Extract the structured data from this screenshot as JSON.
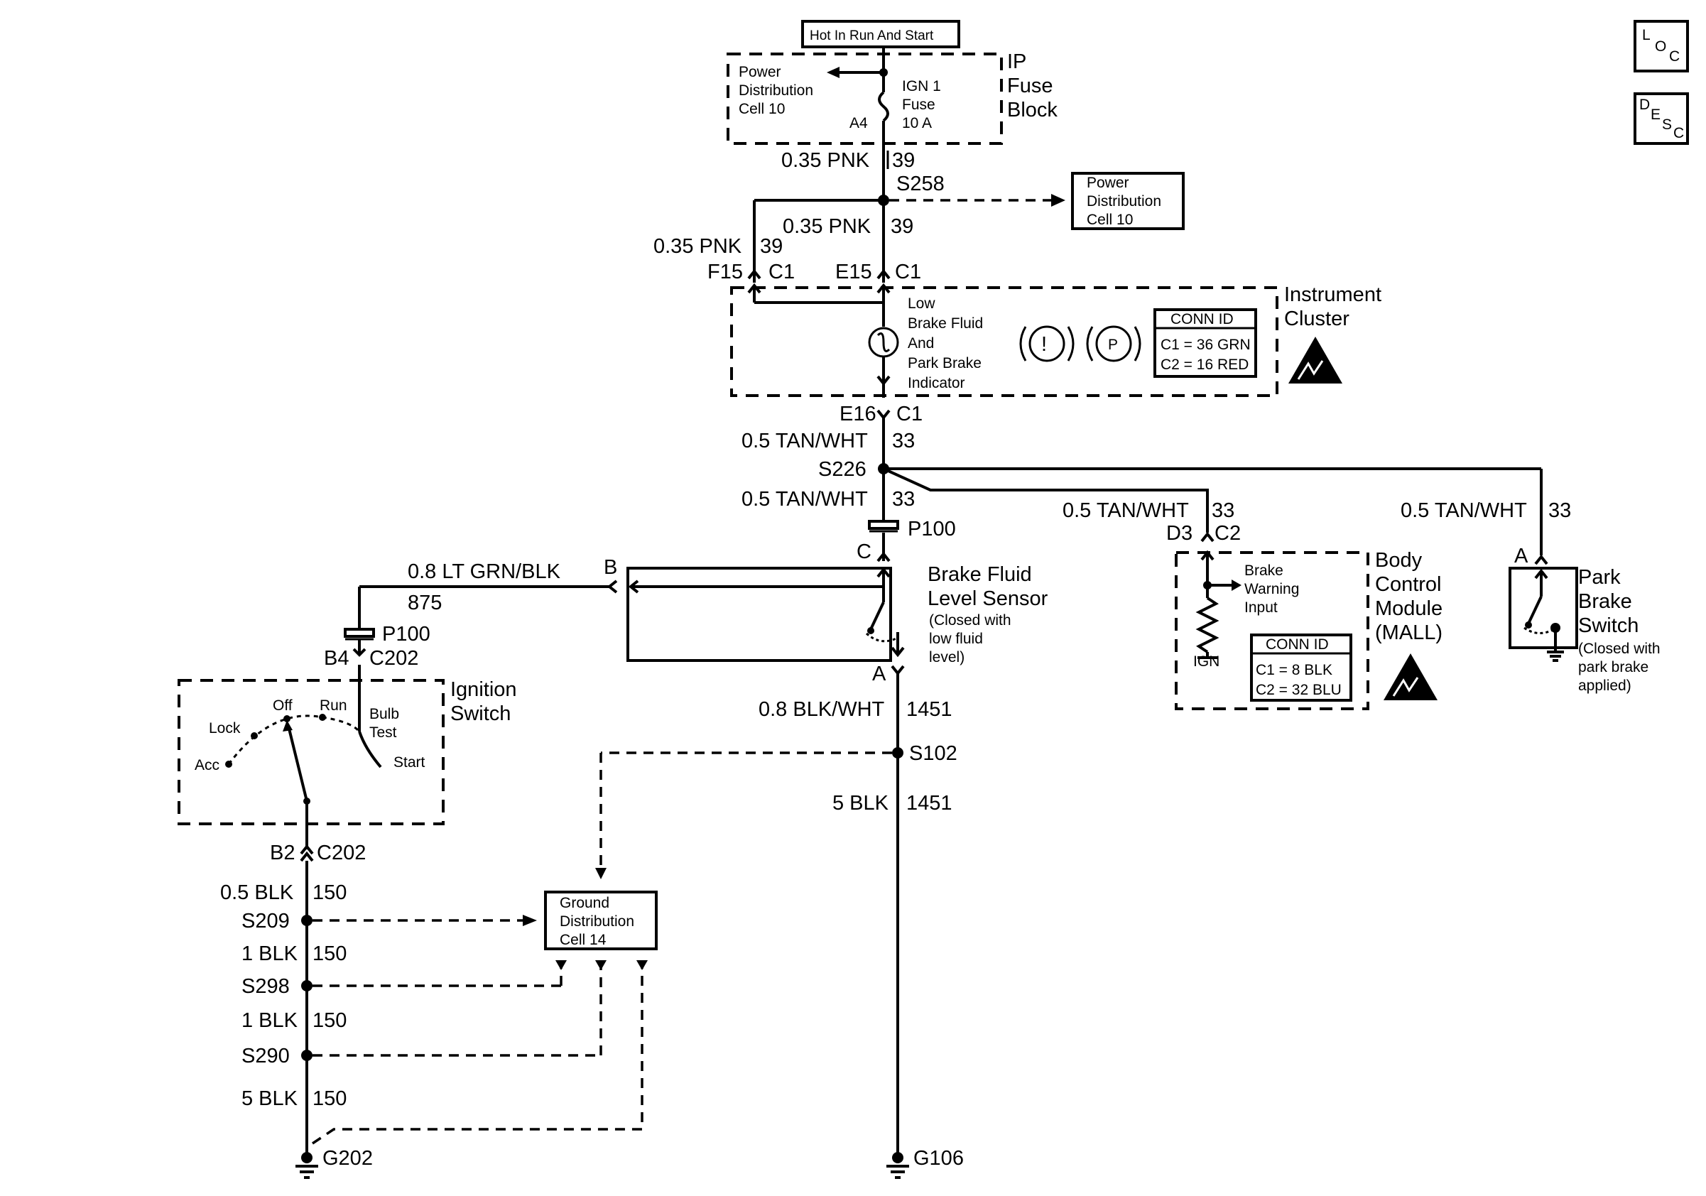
{
  "top": {
    "hot_label": "Hot In Run And Start"
  },
  "side_buttons": {
    "loc": {
      "l1": "L",
      "l2": "O",
      "l3": "C"
    },
    "desc": {
      "l1": "D",
      "l2": "E",
      "l3": "S",
      "l4": "C"
    }
  },
  "fuse_block": {
    "title": [
      "IP",
      "Fuse",
      "Block"
    ],
    "pdc": [
      "Power",
      "Distribution",
      "Cell 10"
    ],
    "fuse": [
      "IGN 1",
      "Fuse",
      "10 A"
    ],
    "pin": "A4"
  },
  "power_dist_right": [
    "Power",
    "Distribution",
    "Cell 10"
  ],
  "wires": {
    "w39a_size": "0.35 PNK",
    "w39a_circ": "39",
    "splice_s258": "S258",
    "w39b_size": "0.35 PNK",
    "w39b_circ": "39",
    "w39c_size": "0.35 PNK",
    "w39c_circ": "39",
    "w33a_size": "0.5 TAN/WHT",
    "w33a_circ": "33",
    "splice_s226": "S226",
    "w33b_size": "0.5 TAN/WHT",
    "w33b_circ": "33",
    "w33c_size": "0.5 TAN/WHT",
    "w33c_circ": "33",
    "w33d_size": "0.5 TAN/WHT",
    "w33d_circ": "33",
    "w875_size": "0.8 LT GRN/BLK",
    "w875_circ": "875",
    "w1451a_size": "0.8 BLK/WHT",
    "w1451a_circ": "1451",
    "splice_s102": "S102",
    "w1451b_size": "5 BLK",
    "w1451b_circ": "1451",
    "w150a_size": "0.5 BLK",
    "w150a_circ": "150",
    "splice_s209": "S209",
    "w150b_size": "1 BLK",
    "w150b_circ": "150",
    "splice_s298": "S298",
    "w150c_size": "1 BLK",
    "w150c_circ": "150",
    "splice_s290": "S290",
    "w150d_size": "5 BLK",
    "w150d_circ": "150",
    "ground_g202": "G202",
    "ground_g106": "G106"
  },
  "connectors": {
    "f15": "F15",
    "f15c": "C1",
    "e15": "E15",
    "e15c": "C1",
    "e16": "E16",
    "e16c": "C1",
    "p100a": "P100",
    "pin_c": "C",
    "pin_b": "B",
    "pin_a": "A",
    "p100b": "P100",
    "b4": "B4",
    "c202a": "C202",
    "b2": "B2",
    "c202b": "C202",
    "d3": "D3",
    "c2": "C2",
    "park_a": "A"
  },
  "instrument_cluster": {
    "title": [
      "Instrument",
      "Cluster"
    ],
    "indicator": [
      "Low",
      "Brake Fluid",
      "And",
      "Park Brake",
      "Indicator"
    ],
    "symbol_excl": "!",
    "symbol_p": "P",
    "conn_id": {
      "header": "CONN ID",
      "c1": "C1 = 36 GRN",
      "c2": "C2 = 16 RED"
    }
  },
  "brake_fluid_sensor": {
    "title": [
      "Brake Fluid",
      "Level Sensor"
    ],
    "note": [
      "(Closed with",
      "low fluid",
      "level)"
    ]
  },
  "ignition_switch": {
    "title": [
      "Ignition",
      "Switch"
    ],
    "positions": {
      "acc": "Acc",
      "lock": "Lock",
      "off": "Off",
      "run": "Run",
      "bulb_test": [
        "Bulb",
        "Test"
      ],
      "start": "Start"
    }
  },
  "bcm": {
    "title": [
      "Body",
      "Control",
      "Module",
      "(MALL)"
    ],
    "input": [
      "Brake",
      "Warning",
      "Input"
    ],
    "ign": "IGN",
    "conn_id": {
      "header": "CONN ID",
      "c1": "C1 = 8 BLK",
      "c2": "C2 = 32 BLU"
    }
  },
  "park_brake_switch": {
    "title": [
      "Park",
      "Brake",
      "Switch"
    ],
    "note": [
      "(Closed with",
      "park brake",
      "applied)"
    ]
  },
  "ground_dist": [
    "Ground",
    "Distribution",
    "Cell 14"
  ]
}
